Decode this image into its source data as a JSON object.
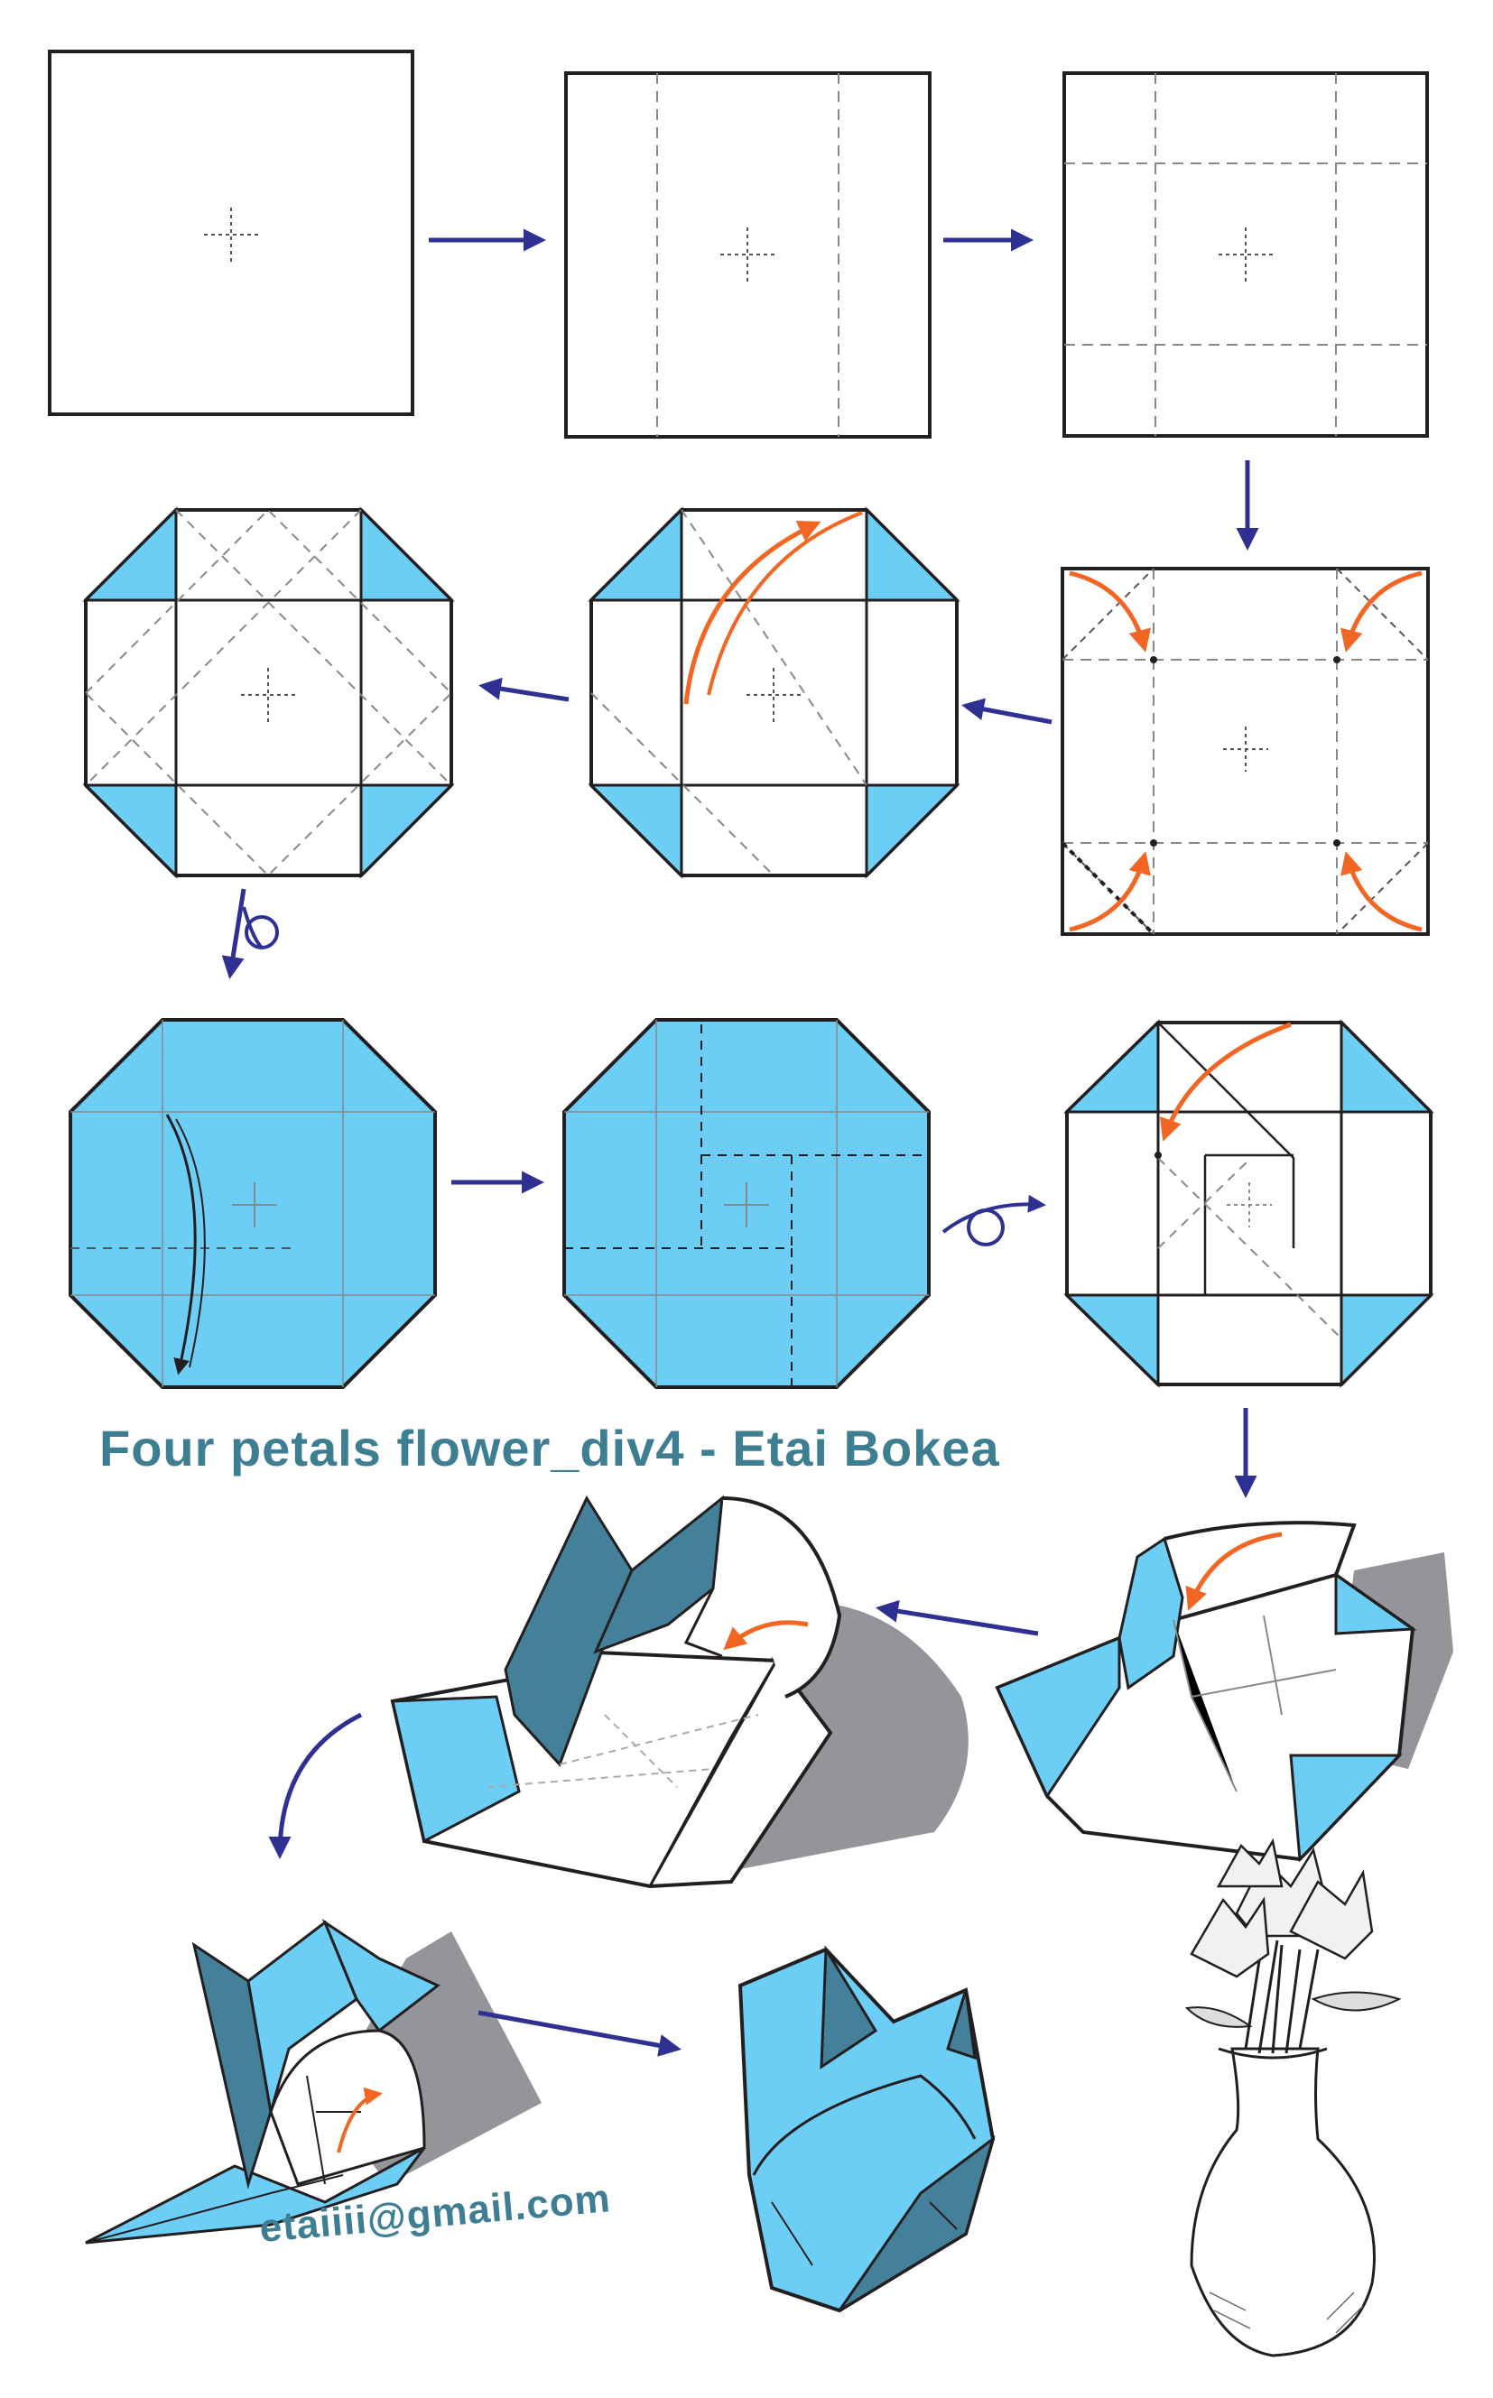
{
  "title": "Four petals flower_div4 - Etai Bokea",
  "author_contact": "etaiiii@gmail.com",
  "colors": {
    "paper_blue": "#6ccef5",
    "paper_blue_dark": "#45809b",
    "shadow_gray": "#939598",
    "arrow_navy": "#2e3192",
    "arrow_orange": "#f26522",
    "outline": "#231f20",
    "text_teal": "#3d7e93"
  },
  "icons": {
    "step_arrow": "right-arrow-icon",
    "valley_fold_arrow": "curved-fold-arrow-icon",
    "turn_over": "turn-over-icon"
  },
  "steps": [
    {
      "id": 1,
      "shape": "square"
    },
    {
      "id": 2,
      "shape": "square-creased-vertical"
    },
    {
      "id": 3,
      "shape": "square-creased-grid"
    },
    {
      "id": 4,
      "shape": "square-fold-corners"
    },
    {
      "id": 5,
      "shape": "octagon-folded-corners"
    },
    {
      "id": 6,
      "shape": "octagon-creased"
    },
    {
      "id": 7,
      "shape": "octagon-colored-turned-over"
    },
    {
      "id": 8,
      "shape": "octagon-colored-creased"
    },
    {
      "id": 9,
      "shape": "octagon-turned-over-fold"
    },
    {
      "id": 10,
      "shape": "3d-collapse-start"
    },
    {
      "id": 11,
      "shape": "3d-collapse-progress"
    },
    {
      "id": 12,
      "shape": "3d-petals-forming"
    },
    {
      "id": 13,
      "shape": "finished-flower"
    },
    {
      "id": 14,
      "shape": "bouquet-in-vase"
    }
  ]
}
